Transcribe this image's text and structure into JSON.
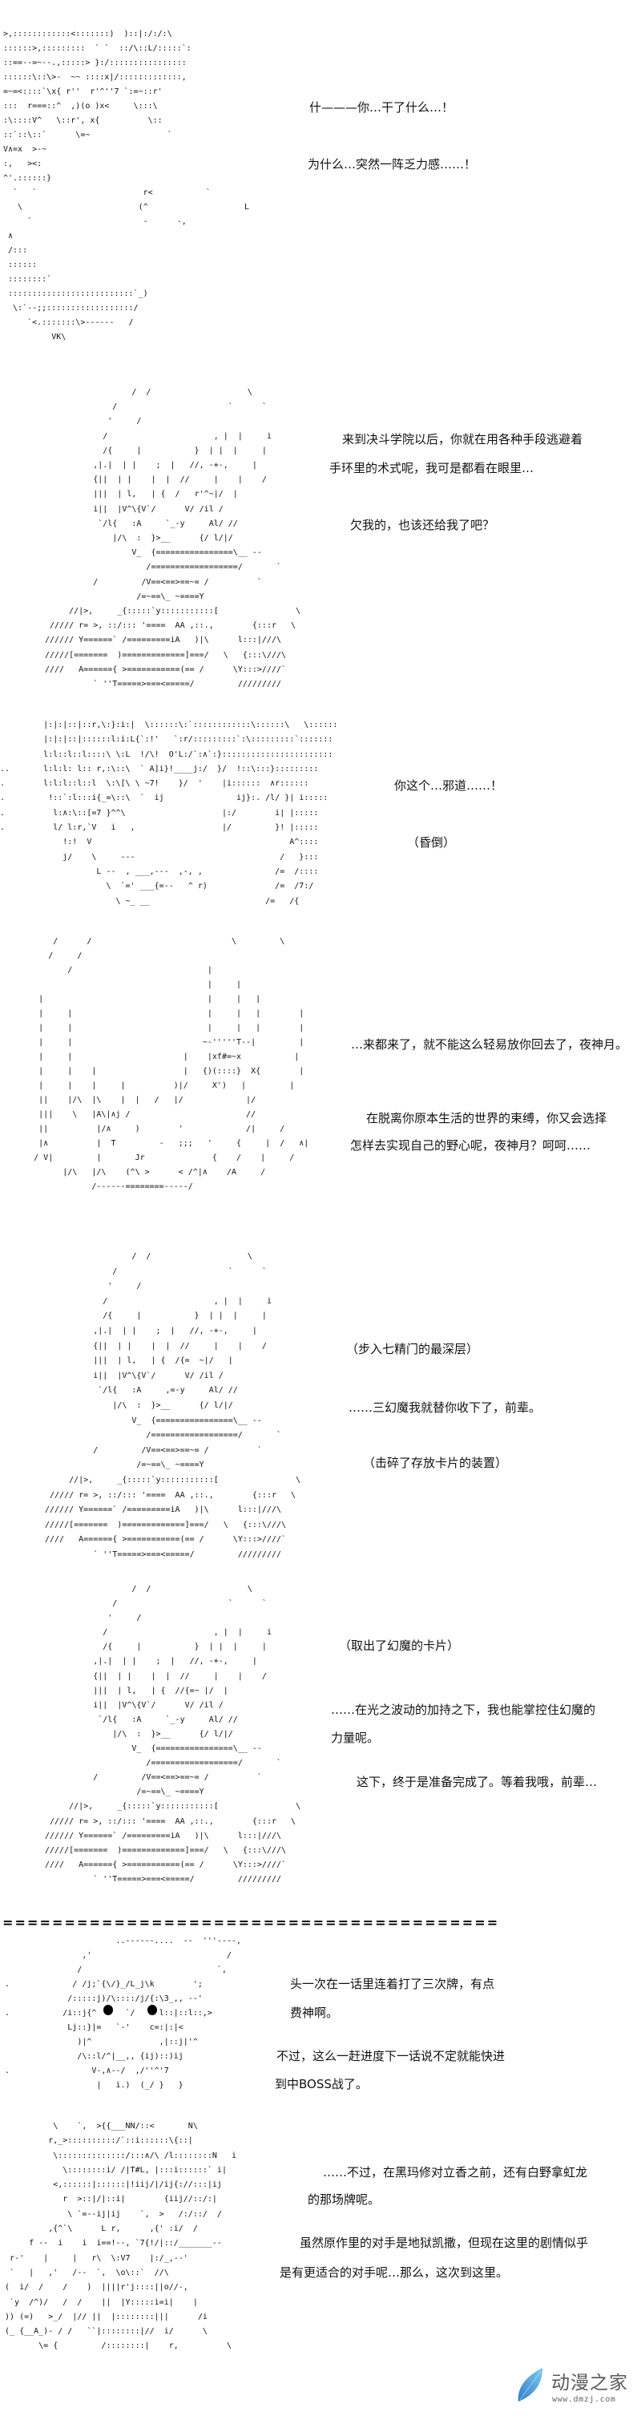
{
  "page": {
    "background": "#ffffff",
    "text_color": "#111111"
  },
  "panels": [
    {
      "aa": [
        ">,::::::::::::<:::::::)  )::|:/:/:\\",
        "::::::>,:::::::::  ` `  ::/\\::L/:::::`:",
        "::==--=~--.,:::::> }:/::::::::::::::::",
        "::::::\\::\\>-  ~~ ::::x|/:::::::::::::,",
        "=~=<::::`\\x{ r''  r'^''7 `:=~::r'",
        ":::  r===::^  ,)(o )x<     \\:::\\",
        ":\\::::V^   \\::r', x{          \\::",
        "::`::\\::`      \\=~                `",
        "V∧=x  >-~",
        ":,   ><:",
        "^'.::::::}",
        "  `   `                      r<           `",
        "   \\                        (^                    L",
        "     `                       -      -,",
        " ∧",
        " /:::",
        " ::::::",
        " ::::::::`",
        " ::::::::::::::::::::::::::`_)",
        "  \\:`--;;::::::::::::::::::/",
        "     `<.:::::::\\>------   /",
        "          VK\\"
      ],
      "dialogue": [
        "什———你…干了什么…！",
        "为什么…突然一阵乏力感……！"
      ]
    },
    {
      "aa": [
        "                  /  /                    \\",
        "              /                       `      `",
        "             '     /",
        "            /                      , |  |     i",
        "            /{     |           }  | |  |     |",
        "          ,|.|  | |    ;  |   //, -+-,     |",
        "          {||  | |    |  |  //     |    |    /",
        "          |||  | l,   | {  /   r'^~|/  |",
        "          i||  |V^\\{V`/      V/ /il /",
        "           `/l{   :A     `_-y     Al/ //",
        "              |/\\  :  }>__      {/ l/|/",
        "                  V_  {================\\__ --",
        "                     /==================/       `",
        "          /         /V==<==>==~= /          `",
        "                   /=~==\\_ ~====Y",
        "     //|>,     _{:::::`y:::::::::::[                \\",
        " ///// r= >, ::/::: '====  AA ,::.,        {:::r   \\",
        "////// Y======` /=========iA   )|\\      l:::|///\\",
        "/////[=======  )=============]===/   \\   {:::\\///\\",
        "////   A======{ >===========(== /      \\Y:::>////`",
        "          ` ''T=====>===<=====/         /////////"
      ],
      "dialogue": [
        "来到决斗学院以后，你就在用各种手段逃避着",
        "手环里的术式呢，我可是都看在眼里…",
        "欠我的，也该还给我了吧？"
      ]
    },
    {
      "aa": [
        "         |:|:|::|::r,\\:}:i:|  \\::::::\\:`::::::::::::\\::::::\\   \\::::::",
        "         |:|:|::|::::::l:i:L{`:!'   `:r/:::::::::`:\\:::::::::`:::::::",
        "         l:l::l::l::::\\ \\:L  !/\\!  O'L:/`:∧`:}:::::::::::::::::::::::",
        "..       l:l:l: l:: r,:\\::\\  ` A]i}!____j:/  }/  !::\\:::}:::::::::",
        ".        l:l:l::l::l  \\:\\[\\ \\ ~7!    }/  '    |i::::::  ∧r::::::",
        ".         !::`:l:::i{_=\\::\\  `  ij               ij}:. /l/ }| i:::::",
        ".          l:∧:\\::[=7 }^^\\                    |:/        i| |:::::",
        ".          l/ l:r,`V   i   ,                  |/         }! |:::::",
        "             !:!  V                                         A^::::",
        "             j/    \\     ---                              /   }:::",
        "                    L --  , ___,---  ,-, ,               /=  /::::",
        "                      \\  `=' ___{=--   ^ r)              /=  /7:/",
        "                        \\ ~_ __                        /=   /{"
      ],
      "dialogue": [
        "你这个…邪道……！",
        "（昏倒）"
      ]
    },
    {
      "aa": [
        "           /      /                             \\         \\",
        "          /     /",
        "              /                            |",
        "                                           |     |",
        "        |                                  |     |   |",
        "        |     |                            |     |   |        |",
        "        |     |                            |     |   |        |",
        "        |     |                           ~-'''''T--|         |",
        "        |     |                       |    |xf#=~x           |",
        "        |     |    |                  |   {)(::::}  X{        |",
        "        |     |    |     |          )|/     X')   |         |",
        "        ||    |/\\  |\\    |  |   /   |/             |/",
        "        |||    \\   |A\\|∧j /                        //",
        "        ||          |/∧     )        '             /|     /",
        "        |∧          |  T         -   ;;;   '     {     |  /   ∧|",
        "       / V|         |       Jr              {    /    |     /",
        "             |/\\   |/\\    (^\\ >      < /^|∧    /A     /",
        "                   /------========-----/"
      ],
      "dialogue": [
        "…来都来了，就不能这么轻易放你回去了，夜神月。",
        "在脱离你原本生活的世界的束缚，你又会选择",
        "怎样去实现自己的野心呢，夜神月？呵呵……"
      ]
    },
    {
      "aa": [
        "                  /  /                    \\",
        "              /                       `      `",
        "             '     /",
        "            /                      , |  |     i",
        "            /{     |           }  | |  |     |",
        "          ,|.|  | |    ;  |   //, -+-,     |",
        "          {||  | |    |  |  //     |    |    /",
        "          |||  | l,   | {  /{=  ~|/   |",
        "          i||  |V^\\{V`/      V/ /il /",
        "           `/l{   :A     ,=-y     Al/ //",
        "              |/\\  :  }>__      {/ l/|/",
        "                  V_  {================\\__ --",
        "                     /==================/       `",
        "          /         /V==<==>==~= /          `",
        "                   /=~==\\_ ~====Y",
        "     //|>,     _{:::::`y:::::::::::[                \\",
        " ///// r= >, ::/::: '====  AA ,::.,        {:::r   \\",
        "////// Y======` /=========iA   )|\\      l:::|///\\",
        "/////[=======  )=============]===/   \\   {:::\\///\\",
        "////   A======{ >===========(== /      \\Y:::>////`",
        "          ` ''T=====>===<=====/         /////////"
      ],
      "dialogue": [
        "（步入七精门的最深层）",
        "……三幻魔我就替你收下了，前辈。",
        "（击碎了存放卡片的装置）"
      ]
    },
    {
      "aa": [
        "                  /  /                    \\",
        "              /                       `      `",
        "             '     /",
        "            /                      , |  |     i",
        "            /{     |           }  | |  |     |",
        "          ,|.|  | |    ;  |   //, -+-,     |",
        "          {||  | |    |  |  //     |    |    /",
        "          |||  | l,   | {  //{=~ |/  |",
        "          i||  |V^\\{V`/      V/ /il /",
        "           `/l{   :A     `_-y     Al/ //",
        "              |/\\  :  }>__      {/ l/|/",
        "                  V_  {================\\__ --",
        "                     /==================/       `",
        "          /         /V==<==>==~= /          `",
        "                   /=~==\\_ ~====Y",
        "     //|>,     _{:::::`y:::::::::::[                \\",
        " ///// r= >, ::/::: '====  AA ,::.,        {:::r   \\",
        "////// Y======` /=========iA   )|\\      l:::|///\\",
        "/////[=======  )=============]===/   \\   {:::\\///\\",
        "////   A======{ >===========(== /      \\Y:::>////`",
        "          ` ''T=====>===<=====/         /////////"
      ],
      "dialogue": [
        "（取出了幻魔的卡片）",
        "……在光之波动的加持之下，我也能掌控住幻魔的",
        "力量呢。",
        "这下，终于是准备完成了。等着我哦，前辈…"
      ]
    },
    {
      "aa": [
        "                        ..------....  --  '''----,",
        "                 ,'                            /",
        "                /                            `,",
        " .             / /j;`{\\/}_/L_j\\k        ';",
        "              /:::::j)/\\::::/j/{:\\3_,, --'",
        " .           /i::j{^      `/     l::|::l::,>",
        "              Lj::}|=   `-'    c=:|:|<",
        "                )|^              ,|::j|'^",
        "                /\\::l/^|__,, {ij)::)ij",
        " .                 V-,∧--/  ,/''^'7",
        "                    |   i.)  (_/ }   }"
      ],
      "dialogue": [
        "头一次在一话里连着打了三次牌，有点",
        "费神啊。",
        "不过，这么一赶进度下一话说不定就能快进",
        "到中BOSS战了。"
      ]
    },
    {
      "aa": [
        "           \\    `,  >{{___NN/::<       N\\",
        "          r,_>::::::::::/`::i::::::\\{::|",
        "           \\::::::::::::::/:::∧/\\ /l::::::::N   i",
        "             \\::::::::i/ /|T#L, |:::i::::::` i|",
        "           <,::::::|::::::|!iij/|/ij{://:::|ij",
        "             r  >::|/|::i|        {iij//::/:|",
        "              \\ `=--ij|ij    `,  >   /:/::/  /",
        "          ,{^`\\      L r,      ,{' :i/  /",
        "      f --  i    i  i==!--, `7{!/|::/_______--",
        "  r-'    |     |   r\\  \\:V7    |:/_,--'",
        "  `   |   ,'   /--  `,  \\o\\::`  //\\",
        " (  i/  /    /    )  ||||r'j::::||o//-,",
        "  `y  /^)/   /  /    ||  |Y:::::i=i|    |",
        " )) (=)   >_/  |// ||  |::::::::|||      /i",
        " (_ {__A_)- / /   ``|::::::::|//  i/      \\",
        "        \\= {         /::::::::|    r,          \\"
      ],
      "dialogue": [
        "……不过，在黑玛修对立香之前，还有白野拿虹龙",
        "的那场牌呢。",
        "虽然原作里的对手是地狱凯撒，但现在这里的剧情似乎",
        "是有更适合的对手呢…那么，这次到这里。"
      ]
    }
  ],
  "separator": "========================================",
  "watermark": {
    "logo_icon": "dmzj-leaf-logo-icon",
    "name": "动漫之家",
    "url": "www.dmzj.com",
    "logo_color_light": "#7cc8ee",
    "logo_color_dark": "#2f7fce",
    "text_color": "#5b5b5b"
  }
}
